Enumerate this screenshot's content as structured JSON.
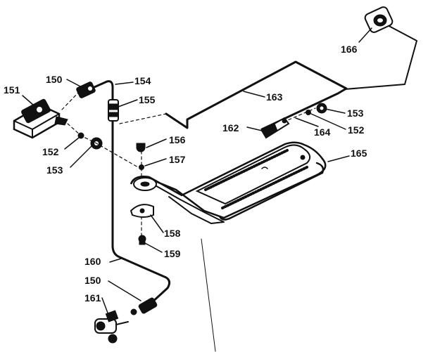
{
  "callouts": {
    "c151": "151",
    "c150a": "150",
    "c154": "154",
    "c155": "155",
    "c152a": "152",
    "c153a": "153",
    "c156": "156",
    "c157": "157",
    "c158": "158",
    "c159": "159",
    "c160": "160",
    "c150b": "150",
    "c161": "161",
    "c163": "163",
    "c166": "166",
    "c153b": "153",
    "c162": "162",
    "c164": "164",
    "c152b": "152",
    "c165": "165"
  }
}
